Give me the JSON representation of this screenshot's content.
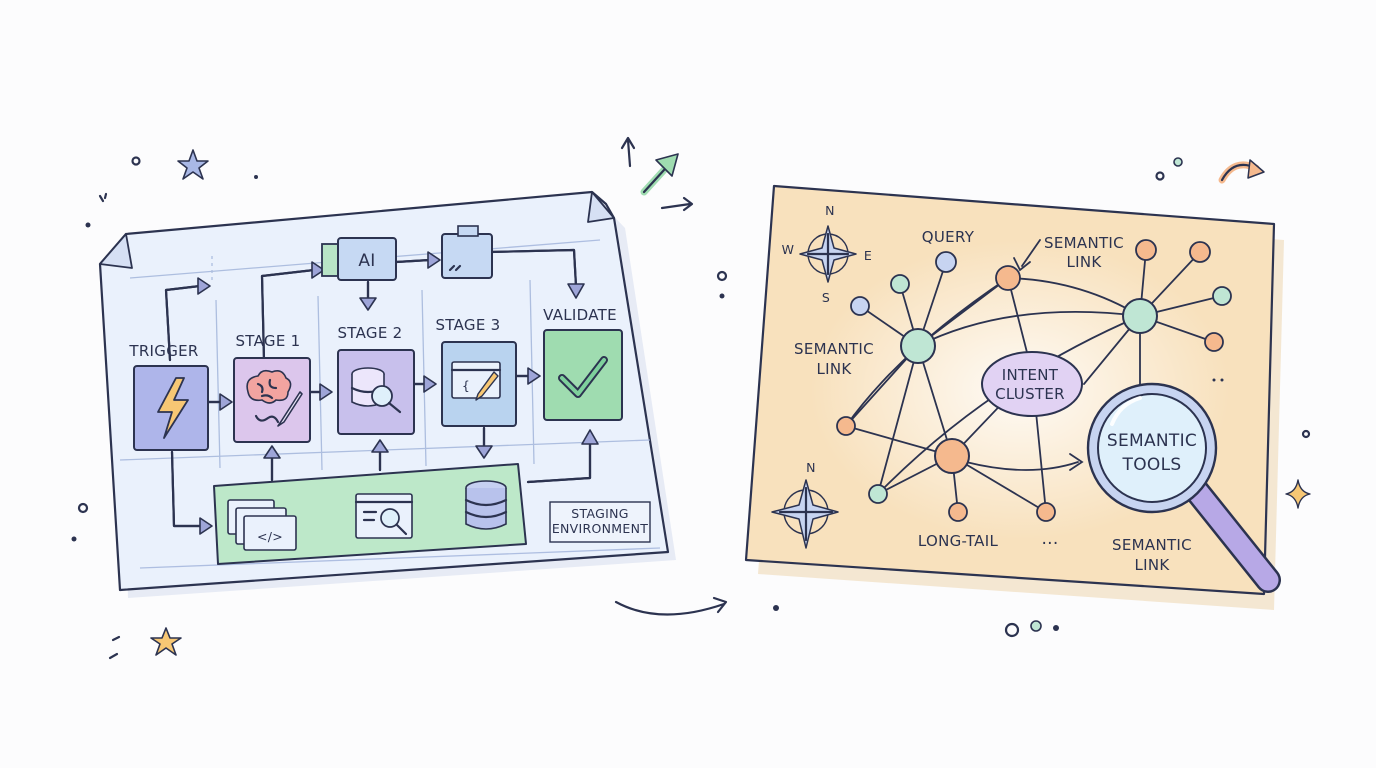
{
  "workflow": {
    "trigger": "TRIGGER",
    "stage1": "STAGE 1",
    "stage2": "STAGE 2",
    "stage3": "STAGE 3",
    "validate": "VALIDATE",
    "ai": "AI",
    "staging_line1": "STAGING",
    "staging_line2": "ENVIRONMENT"
  },
  "map": {
    "compass_n": "N",
    "compass_e": "E",
    "compass_s": "S",
    "compass_w": "W",
    "compass2_n": "N",
    "query": "QUERY",
    "semantic_link_top_1": "SEMANTIC",
    "semantic_link_top_2": "LINK",
    "semantic_link_left_1": "SEMANTIC",
    "semantic_link_left_2": "LINK",
    "intent_1": "INTENT",
    "intent_2": "CLUSTER",
    "tools_1": "SEMANTIC",
    "tools_2": "TOOLS",
    "long_tail": "LONG-TAIL",
    "ellipsis": "...",
    "semantic_link_bottom_1": "SEMANTIC",
    "semantic_link_bottom_2": "LINK"
  },
  "colors": {
    "ink": "#2c3350",
    "arrow_fill": "#9ea5d8",
    "paper_blue": "#eaf1fc",
    "paper_tan": "#f8e1bd",
    "trigger_box": "#aeb5ea",
    "stage1_box": "#dcc6ec",
    "stage2_box": "#c8c0ec",
    "stage3_box": "#b9d3ef",
    "validate_box": "#9fdcb0",
    "staging_bar": "#bde8c9",
    "node_teal": "#bfe6d4",
    "node_orange": "#f5b98e",
    "node_blue": "#c7d4f1",
    "intent_fill": "#e1d2f3",
    "lens_fill": "#dff0fb",
    "handle": "#b7a8e6"
  },
  "icons": [
    "lightning-icon",
    "brain-pencil-icon",
    "database-search-icon",
    "code-edit-icon",
    "checkmark-icon",
    "code-window-icon",
    "search-window-icon",
    "database-icon",
    "compass-rose-icon",
    "magnifier-icon",
    "star-icon",
    "sparkle-icon"
  ]
}
